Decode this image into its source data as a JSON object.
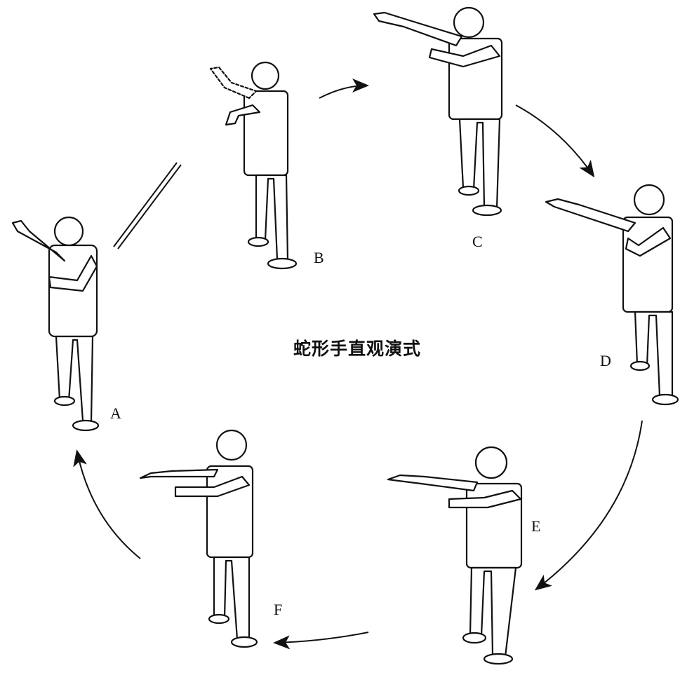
{
  "title": "蛇形手直观演式",
  "poses": [
    {
      "label": "A"
    },
    {
      "label": "B"
    },
    {
      "label": "C"
    },
    {
      "label": "D"
    },
    {
      "label": "E"
    },
    {
      "label": "F"
    }
  ]
}
